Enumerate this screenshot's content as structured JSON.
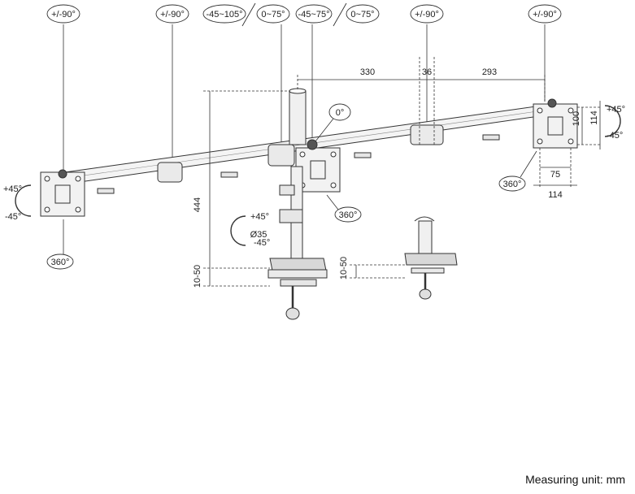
{
  "angles": {
    "tilt_left": "+/-90°",
    "tilt_2": "+/-90°",
    "arm_left_rotation": "-45~105°",
    "arm_left_fold": "0~75°",
    "arm_right_rotation": "-45~75°",
    "arm_right_fold": "0~75°",
    "tilt_3": "+/-90°",
    "tilt_right": "+/-90°",
    "center_zero": "0°",
    "swivel_left_up": "+45°",
    "swivel_left_down": "-45°",
    "swivel_pole_up": "+45°",
    "swivel_pole_down": "-45°",
    "swivel_right_up": "+45°",
    "swivel_right_down": "-45°",
    "rotate_left": "360°",
    "rotate_center": "360°",
    "rotate_right": "360°"
  },
  "dimensions": {
    "d330": "330",
    "d36": "36",
    "d293": "293",
    "d444": "444",
    "d10_50_main": "10-50",
    "d10_50_alt": "10-50",
    "pole_diameter": "Ø35",
    "vesa_100": "100",
    "vesa_114_v": "114",
    "vesa_75": "75",
    "vesa_114_h": "114"
  },
  "footer": {
    "unit": "Measuring unit: mm"
  }
}
